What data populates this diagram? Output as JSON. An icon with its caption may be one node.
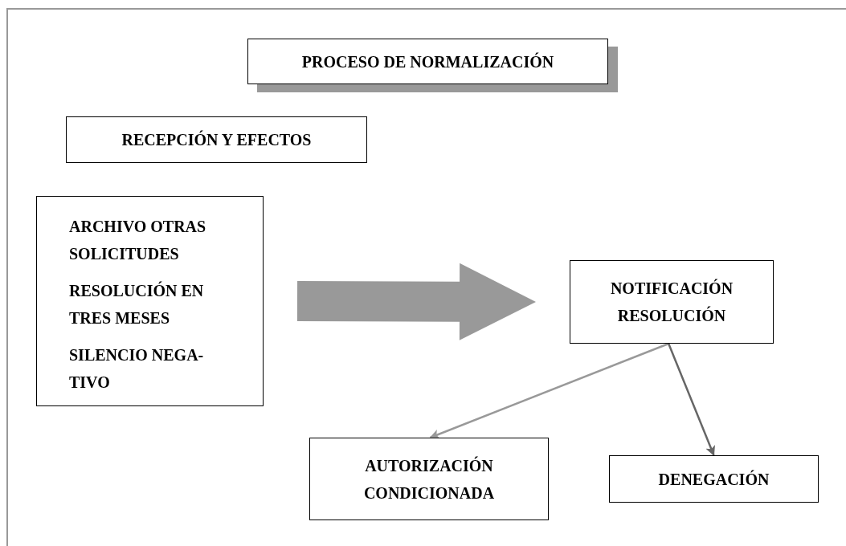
{
  "diagram": {
    "nodes": [
      {
        "text": [
          "PROCESO DE NORMALIZACIÓN"
        ]
      },
      {
        "text": [
          "RECEPCIÓN Y EFECTOS"
        ]
      },
      {
        "text": [
          "ARCHIVO OTRAS SOLICITUDES",
          "RESOLUCIÓN EN TRES MESES",
          "SILENCIO NEGA-TIVO"
        ]
      },
      {
        "text": [
          "NOTIFICACIÓN RESOLUCIÓN"
        ]
      },
      {
        "text": [
          "AUTORIZACIÓN CONDICIONADA"
        ]
      },
      {
        "text": [
          "DENEGACIÓN"
        ]
      }
    ],
    "edges": [
      {
        "from": 2,
        "to": 3,
        "arrow": "to",
        "style": "thick",
        "color": "#999999"
      },
      {
        "from": 3,
        "to": 4,
        "arrow": "to",
        "color": "#999999"
      },
      {
        "from": 3,
        "to": 5,
        "arrow": "to",
        "color": "#666666"
      }
    ]
  }
}
